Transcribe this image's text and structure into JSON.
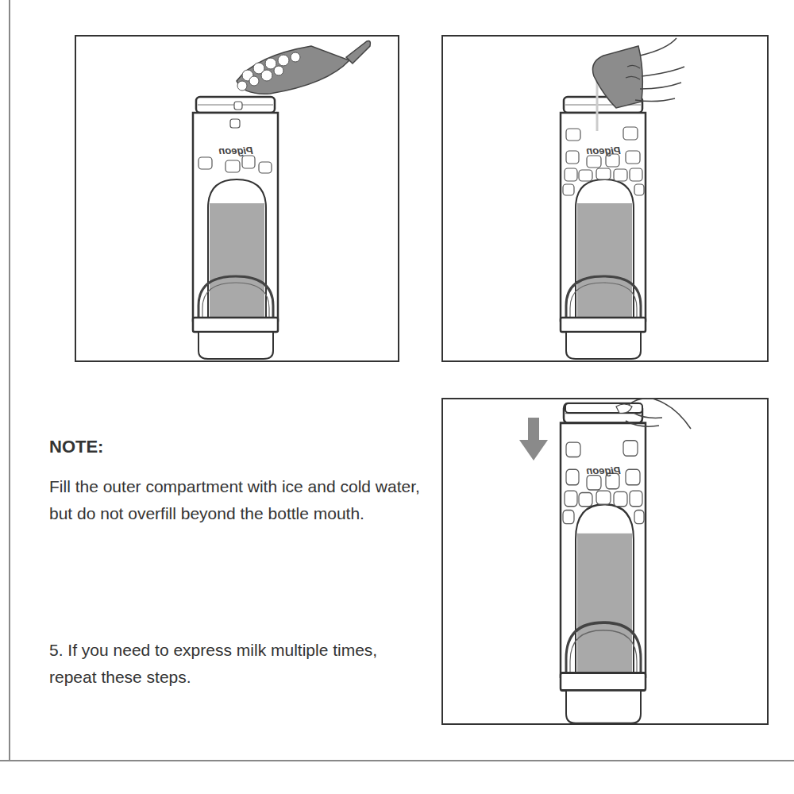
{
  "diagram": {
    "labels": [
      "Pigeon",
      "Pigeon",
      "NOTE:",
      "Fill the outer compartment with ice and cold water, but do not overfill beyond the bottle mouth.",
      "Pigeon",
      "5. If you need to express milk multiple times, repeat these steps."
    ]
  }
}
